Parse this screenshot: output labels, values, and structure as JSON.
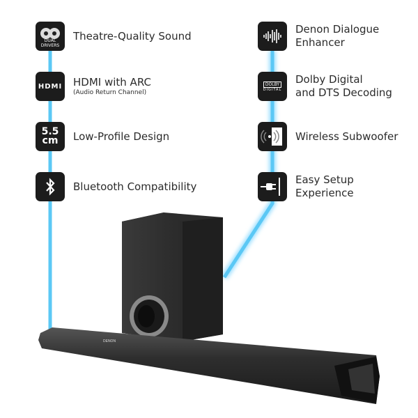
{
  "features_left": [
    {
      "label": "Theatre-Quality Sound",
      "icon": "dual-drivers-icon",
      "icon_text": "DUAL DRIVERS"
    },
    {
      "label": "HDMI with ARC",
      "sublabel": "(Audio Return Channel)",
      "icon": "hdmi-icon",
      "icon_text": "HDMI"
    },
    {
      "label": "Low-Profile Design",
      "icon": "height-icon",
      "icon_text": "5.5",
      "icon_text2": "cm"
    },
    {
      "label": "Bluetooth Compatibility",
      "icon": "bluetooth-icon"
    }
  ],
  "features_right": [
    {
      "label": "Denon Dialogue",
      "label2": "Enhancer",
      "icon": "waveform-icon"
    },
    {
      "label": "Dolby Digital",
      "label2": "and DTS Decoding",
      "icon": "dolby-icon",
      "icon_text": "DOLBY",
      "icon_text2": "DIGITAL"
    },
    {
      "label": "Wireless Subwoofer",
      "icon": "wireless-icon"
    },
    {
      "label": "Easy Setup",
      "label2": "Experience",
      "icon": "plug-icon"
    }
  ],
  "product": {
    "brand": "DENON"
  },
  "colors": {
    "accent_line": "#5bc8f5",
    "icon_bg": "#1c1c1c"
  }
}
